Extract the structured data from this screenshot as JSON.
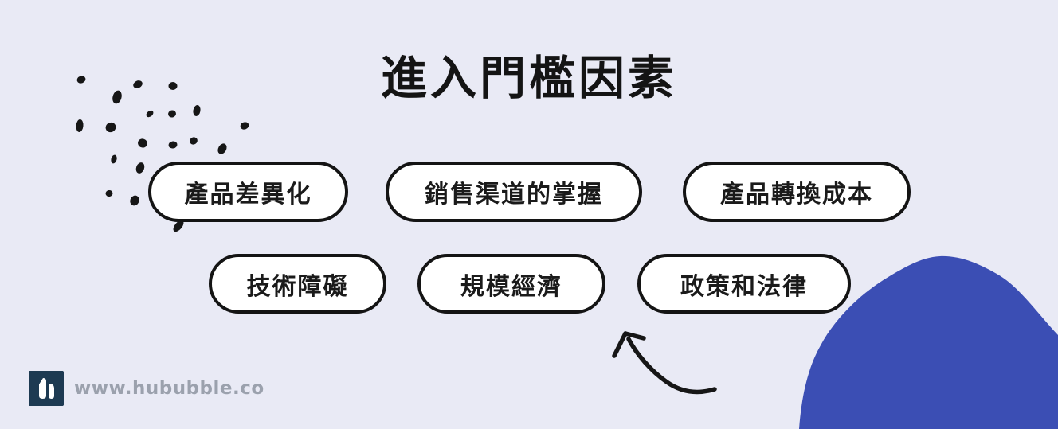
{
  "title": "進入門檻因素",
  "factors": [
    {
      "label": "產品差異化"
    },
    {
      "label": "銷售渠道的掌握"
    },
    {
      "label": "產品轉換成本"
    },
    {
      "label": "技術障礙"
    },
    {
      "label": "規模經濟"
    },
    {
      "label": "政策和法律"
    }
  ],
  "footer": {
    "website": "www.hububble.co"
  },
  "icons": {
    "logo": "hububble-logo",
    "dots": "scattered-dots-pattern",
    "arrow": "hand-drawn-curved-arrow",
    "blob": "organic-blob-shape"
  },
  "colors": {
    "background": "#e9eaf5",
    "ink": "#161616",
    "pill_fill": "#ffffff",
    "pill_border": "#141414",
    "blob_blue": "#3b4eb4",
    "logo_navy": "#1d3a52",
    "url_gray": "#9ba1ad"
  }
}
